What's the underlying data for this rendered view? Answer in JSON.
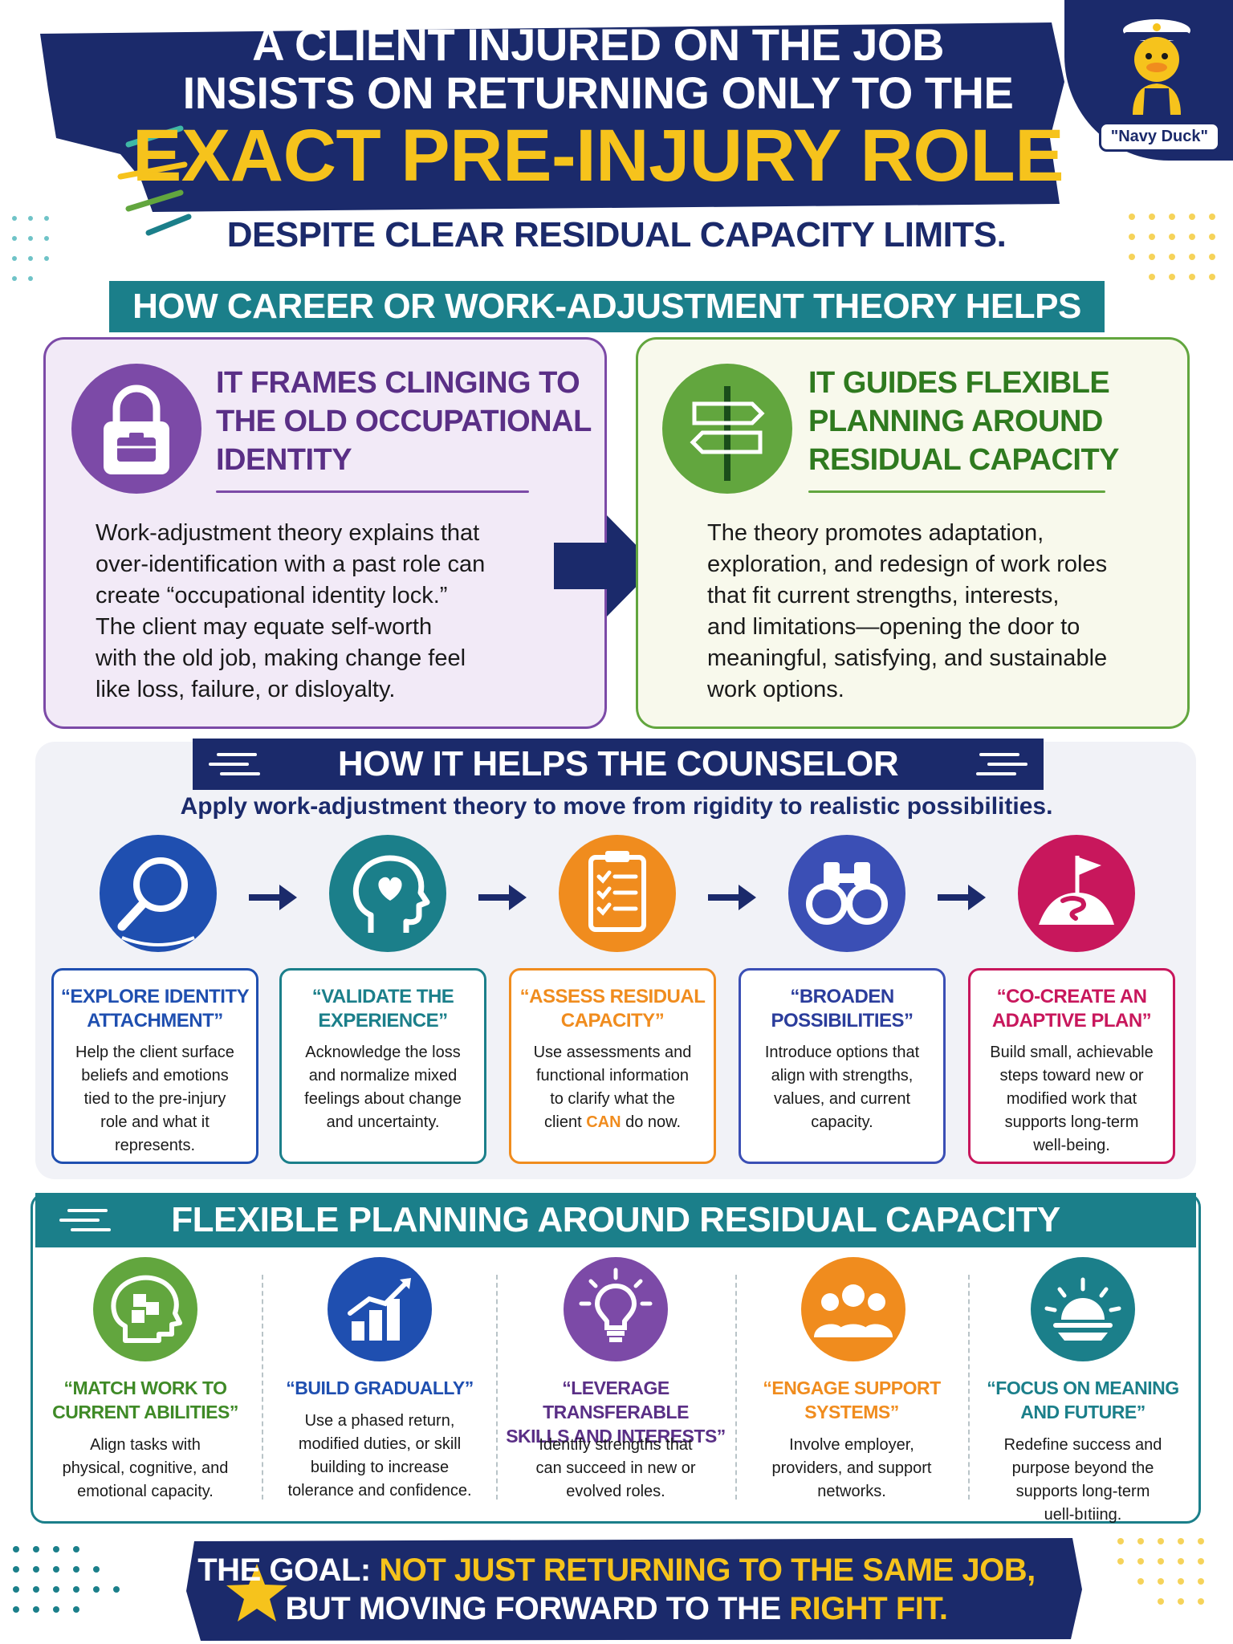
{
  "header": {
    "line1": "A CLIENT INJURED ON THE JOB",
    "line2": "INSISTS ON RETURNING ONLY TO THE",
    "line3": "EXACT PRE-INJURY ROLE",
    "subtitle": "DESPITE CLEAR RESIDUAL CAPACITY LIMITS."
  },
  "logo": {
    "label": "\"Navy Duck\"",
    "icon": "duck-captain-icon"
  },
  "section1": {
    "banner": "HOW CAREER OR WORK-ADJUSTMENT THEORY HELPS",
    "left": {
      "icon": "lock-briefcase-icon",
      "title_l1": "IT FRAMES CLINGING TO",
      "title_l2": "THE OLD OCCUPATIONAL",
      "title_l3": "IDENTITY",
      "body_l1": "Work-adjustment theory explains that",
      "body_l2": "over-identification with a past role can",
      "body_l3": "create “occupational identity lock.”",
      "body_l4": "The client may equate self-worth",
      "body_l5": "with the old job, making change feel",
      "body_l6": "like loss, failure, or disloyalty."
    },
    "right": {
      "icon": "signpost-icon",
      "title_l1": "IT GUIDES FLEXIBLE",
      "title_l2": "PLANNING AROUND",
      "title_l3": "RESIDUAL CAPACITY",
      "body_l1": "The theory promotes adaptation,",
      "body_l2": "exploration, and redesign of work roles",
      "body_l3": "that fit current strengths, interests,",
      "body_l4": "and limitations—opening the door to",
      "body_l5": "meaningful, satisfying, and sustainable",
      "body_l6": "work options."
    }
  },
  "section2": {
    "banner": "HOW IT HELPS THE COUNSELOR",
    "subtitle": "Apply work-adjustment theory to move from rigidity to realistic possibilities.",
    "steps": [
      {
        "icon": "magnifier-icon",
        "title_l1": "“EXPLORE IDENTITY",
        "title_l2": "ATTACHMENT”",
        "body": [
          "Help the client surface",
          "beliefs and emotions",
          "tied to the pre-injury",
          "role and what it",
          "represents."
        ]
      },
      {
        "icon": "head-heart-icon",
        "title_l1": "“VALIDATE THE",
        "title_l2": "EXPERIENCE”",
        "body": [
          "Acknowledge the loss",
          "and normalize mixed",
          "feelings about change",
          "and uncertainty."
        ]
      },
      {
        "icon": "clipboard-checklist-icon",
        "title_l1": "“ASSESS RESIDUAL",
        "title_l2": "CAPACITY”",
        "body": [
          "Use assessments and",
          "functional information",
          "to clarify what the"
        ],
        "body_last_pre": "client ",
        "body_last_em": "CAN",
        "body_last_post": " do now."
      },
      {
        "icon": "binoculars-icon",
        "title_l1": "“BROADEN",
        "title_l2": "POSSIBILITIES”",
        "body": [
          "Introduce options that",
          "align with strengths,",
          "values, and current",
          "capacity."
        ]
      },
      {
        "icon": "flag-hill-icon",
        "title_l1": "“CO-CREATE AN",
        "title_l2": "ADAPTIVE PLAN”",
        "body": [
          "Build small, achievable",
          "steps toward new or",
          "modified work that",
          "supports long-term",
          "well-being."
        ]
      }
    ]
  },
  "section3": {
    "banner": "FLEXIBLE PLANNING AROUND RESIDUAL CAPACITY",
    "items": [
      {
        "icon": "puzzle-head-icon",
        "title_l1": "“MATCH WORK TO",
        "title_l2": "CURRENT ABILITIES”",
        "body": [
          "Align tasks with",
          "physical, cognitive, and",
          "emotional capacity."
        ]
      },
      {
        "icon": "bar-chart-growth-icon",
        "title_l1": "“BUILD GRADUALLY”",
        "title_l2": "",
        "body": [
          "Use a phased return,",
          "modified duties, or skill",
          "building to increase",
          "tolerance and confidence."
        ]
      },
      {
        "icon": "lightbulb-icon",
        "title_l1": "“LEVERAGE TRANSFERABLE",
        "title_l2": "SKILLS AND INTERESTS”",
        "body": [
          "Identify strengths that",
          "can succeed in new or",
          "evolved roles."
        ]
      },
      {
        "icon": "people-group-icon",
        "title_l1": "“ENGAGE SUPPORT",
        "title_l2": "SYSTEMS”",
        "body": [
          "Involve employer,",
          "providers, and support",
          "networks."
        ]
      },
      {
        "icon": "sunrise-icon",
        "title_l1": "“FOCUS ON MEANING",
        "title_l2": "AND FUTURE”",
        "body": [
          "Redefine success and",
          "purpose beyond the",
          "supports long-term",
          "uell-bıtiing."
        ]
      }
    ]
  },
  "footer": {
    "icon": "star-icon",
    "line1_a": "THE GOAL: ",
    "line1_b": "NOT JUST RETURNING TO THE SAME JOB,",
    "line2_a": "BUT MOVING FORWARD TO THE ",
    "line2_b": "RIGHT FIT."
  },
  "colors": {
    "navy": "#1b2a6b",
    "teal": "#1b7f8a",
    "gold": "#f6c31c",
    "purple": "#7c4aa7",
    "green": "#62a63e",
    "blue": "#1f4fb0",
    "orange": "#f08c1e",
    "indigo": "#3b4fb5",
    "crimson": "#c8175c"
  }
}
